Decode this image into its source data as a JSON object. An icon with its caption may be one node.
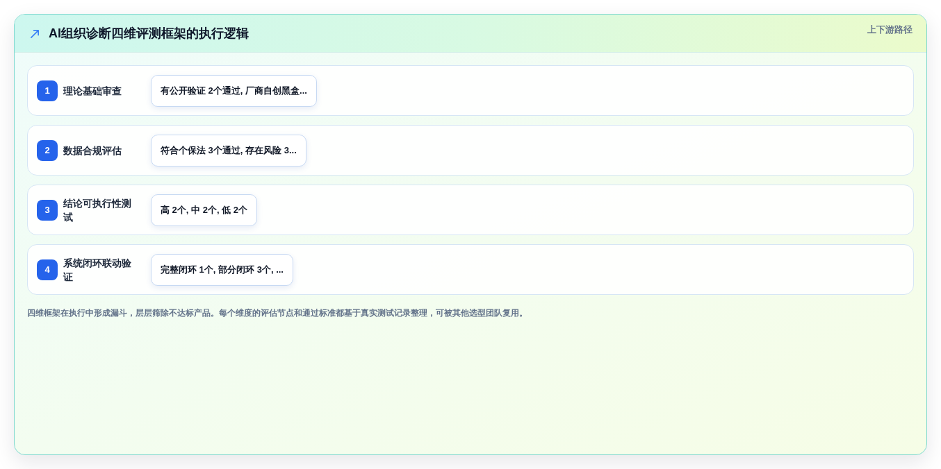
{
  "diagram": {
    "title": "AI组织诊断四维评测框架的执行逻辑",
    "nodes": [
      {
        "text": [
          "理论基础审查"
        ]
      },
      {
        "text": [
          "1"
        ],
        "in": 0
      },
      {
        "text": [
          "有公开验证 2个通过, 厂商自创黑盒..."
        ],
        "in": 0
      },
      {
        "text": [
          "数据合规评估"
        ]
      },
      {
        "text": [
          "2"
        ],
        "in": 3
      },
      {
        "text": [
          "符合个保法 3个通过, 存在风险 3..."
        ],
        "in": 3
      },
      {
        "text": [
          "结论可执行性测试"
        ]
      },
      {
        "text": [
          "3"
        ],
        "in": 6
      },
      {
        "text": [
          "高 2个, 中 2个, 低 2个"
        ],
        "in": 6
      },
      {
        "text": [
          "系统闭环联动验证"
        ]
      },
      {
        "text": [
          "4"
        ],
        "in": 9
      },
      {
        "text": [
          "完整闭环 1个, 部分闭环 3个, ..."
        ],
        "in": 9
      }
    ],
    "labels": [
      "上下游路径"
    ],
    "caption": "四维框架在执行中形成漏斗，层层筛除不达标产品。每个维度的评估节点和通过标准都基于真实测试记录整理，可被其他选型团队复用。"
  }
}
